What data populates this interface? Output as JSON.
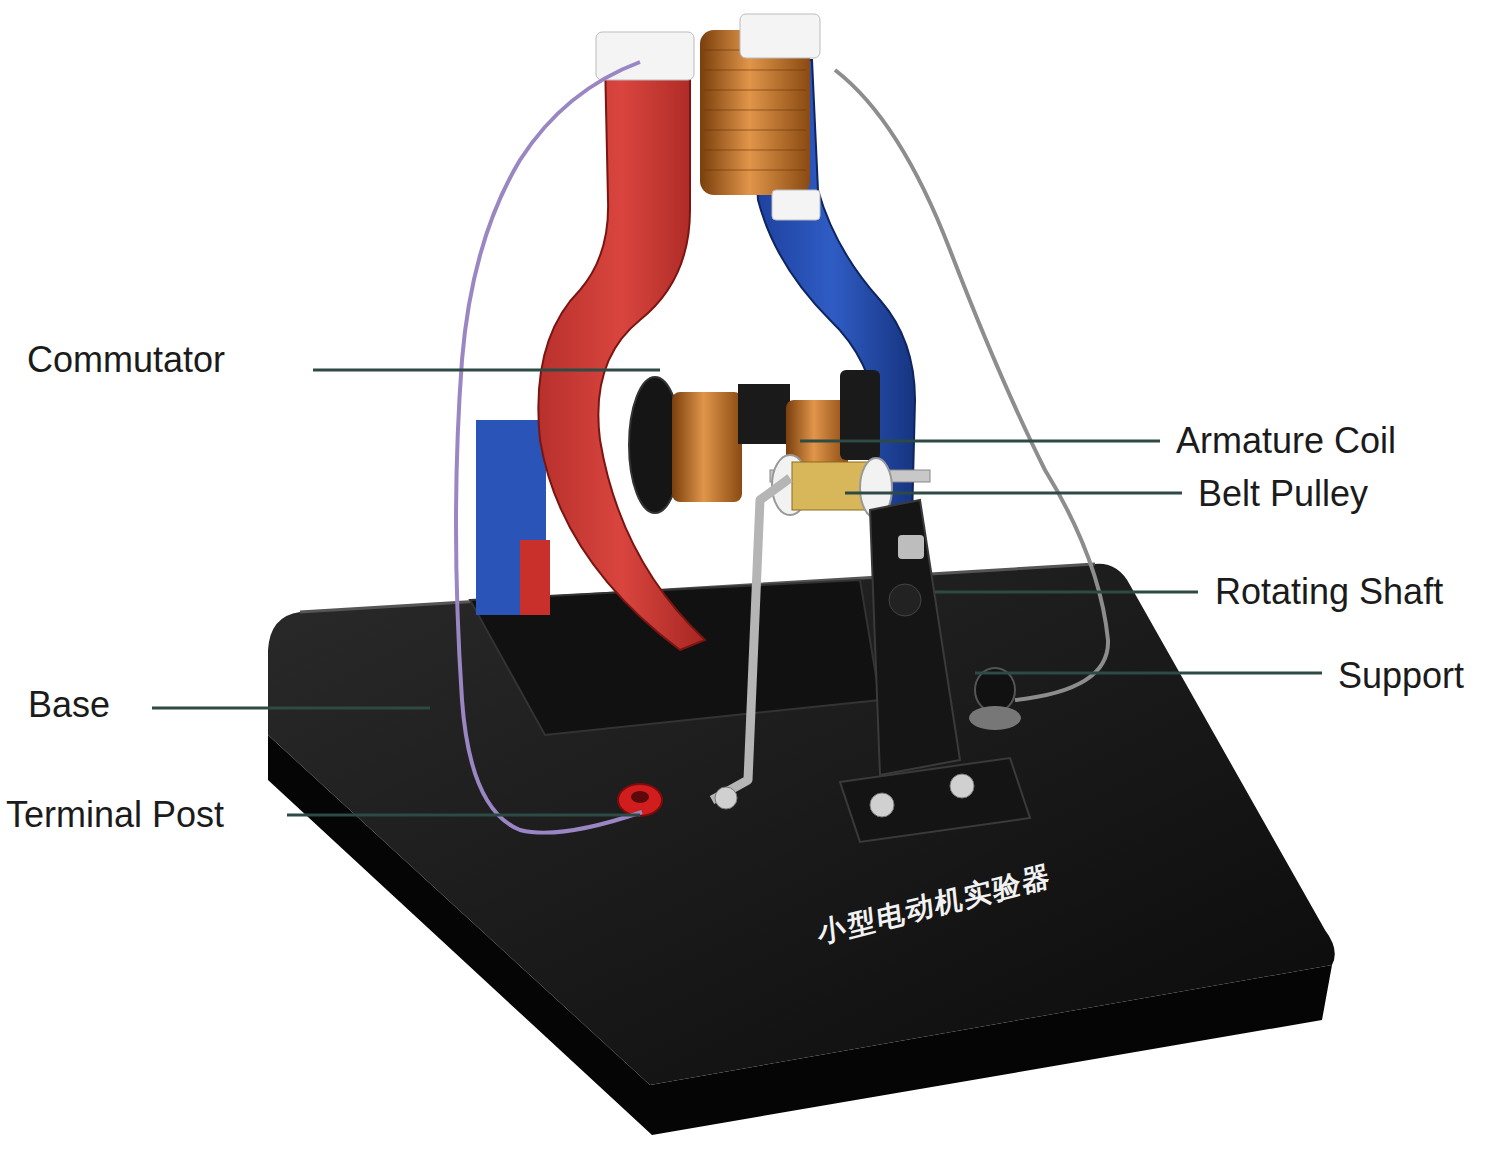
{
  "diagram": {
    "labels": [
      "Commutator",
      "Armature Coil",
      "Belt Pulley",
      "Rotating Shaft",
      "Support",
      "Base",
      "Terminal Post",
      "小型电动机实验器"
    ]
  }
}
